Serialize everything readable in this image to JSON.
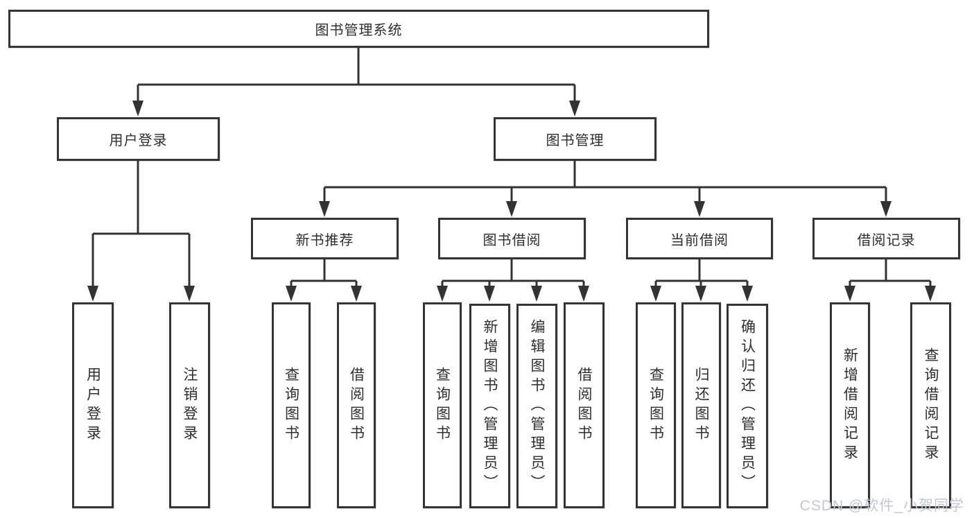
{
  "diagram": {
    "title": "图书管理系统",
    "nodes": {
      "root": "图书管理系统",
      "l2": [
        "用户登录",
        "图书管理"
      ],
      "l3": [
        "新书推荐",
        "图书借阅",
        "当前借阅",
        "借阅记录"
      ],
      "leaves": [
        "用户登录",
        "注销登录",
        "查询图书",
        "借阅图书",
        "查询图书",
        "新增图书（管理员）",
        "编辑图书（管理员）",
        "借阅图书",
        "查询图书",
        "归还图书",
        "确认归还（管理员）",
        "新增借阅记录",
        "查询借阅记录"
      ]
    },
    "colors": {
      "line": "#333333",
      "box_border": "#353535",
      "text": "#2d2d2d",
      "background": "#ffffff",
      "watermark": "#c3c7cd"
    },
    "watermark": "CSDN @软件_小贺同学"
  }
}
